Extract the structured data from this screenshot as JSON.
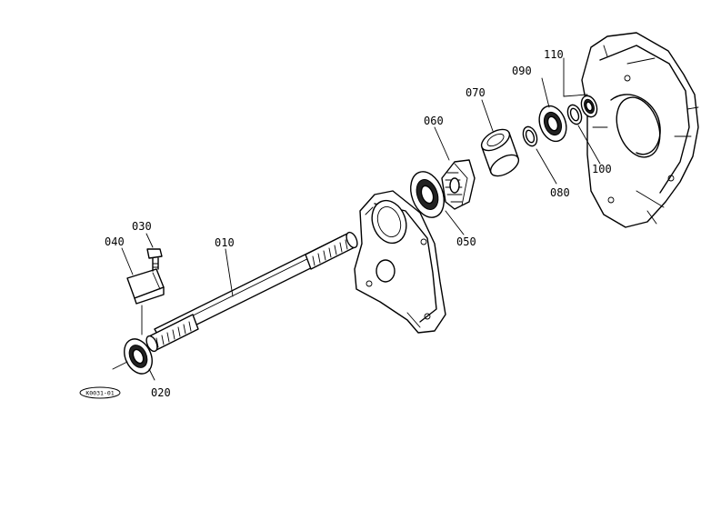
{
  "diagram_id": "K0031-01",
  "parts": [
    {
      "id": "010"
    },
    {
      "id": "020"
    },
    {
      "id": "030"
    },
    {
      "id": "040"
    },
    {
      "id": "050"
    },
    {
      "id": "060"
    },
    {
      "id": "070"
    },
    {
      "id": "080"
    },
    {
      "id": "090"
    },
    {
      "id": "100"
    },
    {
      "id": "110"
    }
  ]
}
